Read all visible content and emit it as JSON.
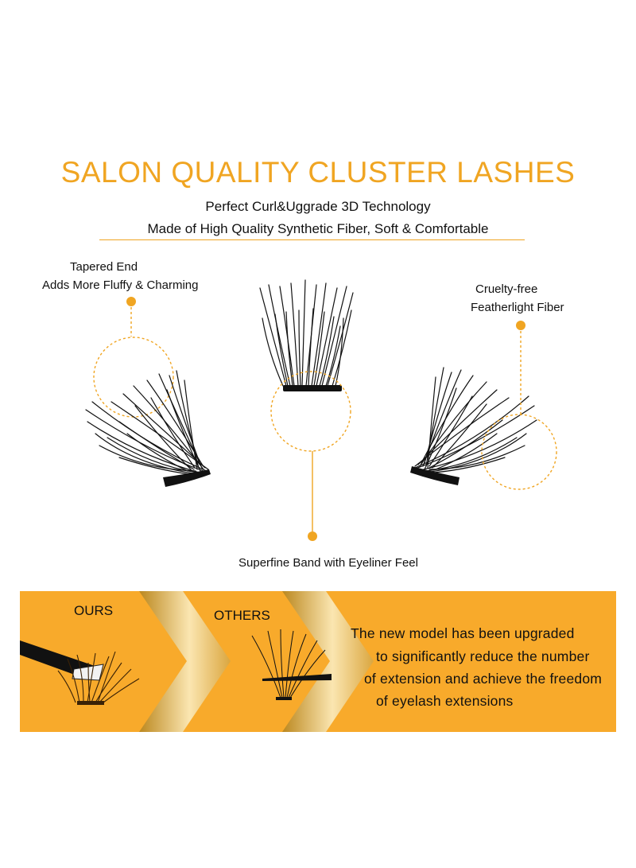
{
  "header": {
    "title": "SALON QUALITY CLUSTER LASHES",
    "subtitle_line1": "Perfect Curl&Uggrade 3D Technology",
    "subtitle_line2": "Made of High Quality Synthetic Fiber, Soft & Comfortable"
  },
  "features": {
    "left_line1": "Tapered End",
    "left_line2": "Adds More Fluffy & Charming",
    "right_line1": "Cruelty-free",
    "right_line2": "Featherlight Fiber",
    "bottom": "Superfine Band with Eyeliner Feel"
  },
  "comparison": {
    "ours_label": "OURS",
    "others_label": "OTHERS",
    "text_line1": "The new model has been upgraded",
    "text_line2": "to significantly reduce the number",
    "text_line3": "of extension and achieve the freedom",
    "text_line4": "of eyelash extensions"
  },
  "colors": {
    "accent": "#f0a522",
    "banner": "#f8aa2b",
    "text": "#111111"
  }
}
